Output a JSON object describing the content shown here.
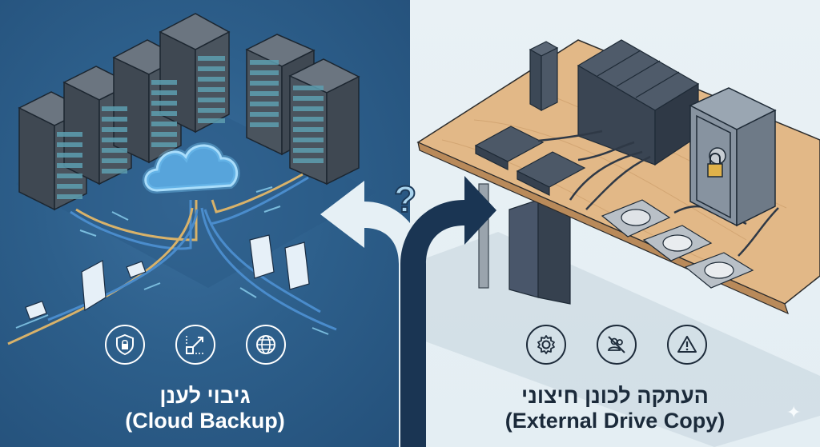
{
  "left": {
    "title_he": "גיבוי לענן",
    "title_en": "(Cloud Backup)",
    "background_color": "#2d5f8b",
    "icons": [
      {
        "name": "shield-lock-icon",
        "label": "security"
      },
      {
        "name": "scale-resize-icon",
        "label": "scalability"
      },
      {
        "name": "globe-icon",
        "label": "global access"
      }
    ],
    "illustration": {
      "server_racks": 6,
      "cloud": "glowing data cloud",
      "cables": [
        "blue",
        "gold"
      ],
      "floating_items": [
        "documents",
        "envelopes",
        "arrows"
      ]
    }
  },
  "right": {
    "title_he": "העתקה לכונן חיצוני",
    "title_en": "(External Drive Copy)",
    "background_color": "#e6eff4",
    "icons": [
      {
        "name": "gear-icon",
        "label": "manual setup"
      },
      {
        "name": "no-users-icon",
        "label": "no remote access"
      },
      {
        "name": "warning-icon",
        "label": "risk"
      }
    ],
    "illustration": {
      "desk": "wooden desk",
      "devices": [
        "external drive tower",
        "NAS units",
        "portable drives",
        "USB cables",
        "hard disk drives",
        "PC tower"
      ],
      "safe": "locked safe with padlock"
    }
  },
  "center": {
    "question_mark": "?",
    "left_arrow_color": "#e6f0f5",
    "right_arrow_color": "#1a3553"
  },
  "watermark": {
    "glyph": "✦"
  }
}
